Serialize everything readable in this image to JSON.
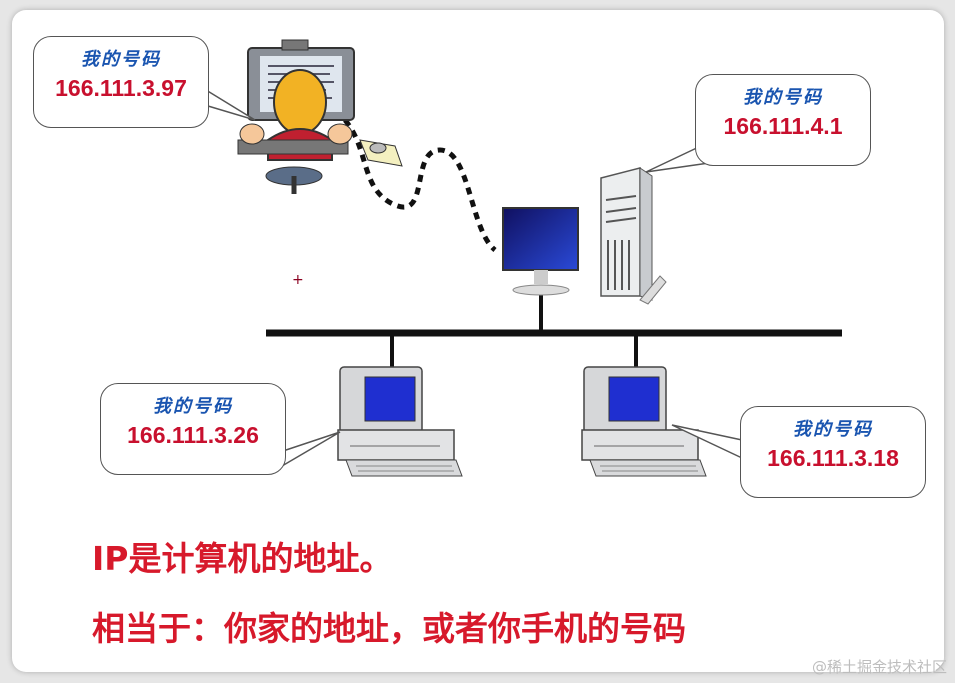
{
  "bubbles": [
    {
      "label": "我的号码",
      "ip": "166.111.3.97"
    },
    {
      "label": "我的号码",
      "ip": "166.111.4.1"
    },
    {
      "label": "我的号码",
      "ip": "166.111.3.26"
    },
    {
      "label": "我的号码",
      "ip": "166.111.3.18"
    }
  ],
  "captions": {
    "line1": "IP是计算机的地址。",
    "line2": "相当于：你家的地址，或者你手机的号码"
  },
  "watermark": "@稀土掘金技术社区",
  "colors": {
    "label": "#1a55b0",
    "ip": "#c8102e",
    "caption": "#d7192b",
    "screen": "#1f2fd0",
    "bus": "#111111"
  }
}
